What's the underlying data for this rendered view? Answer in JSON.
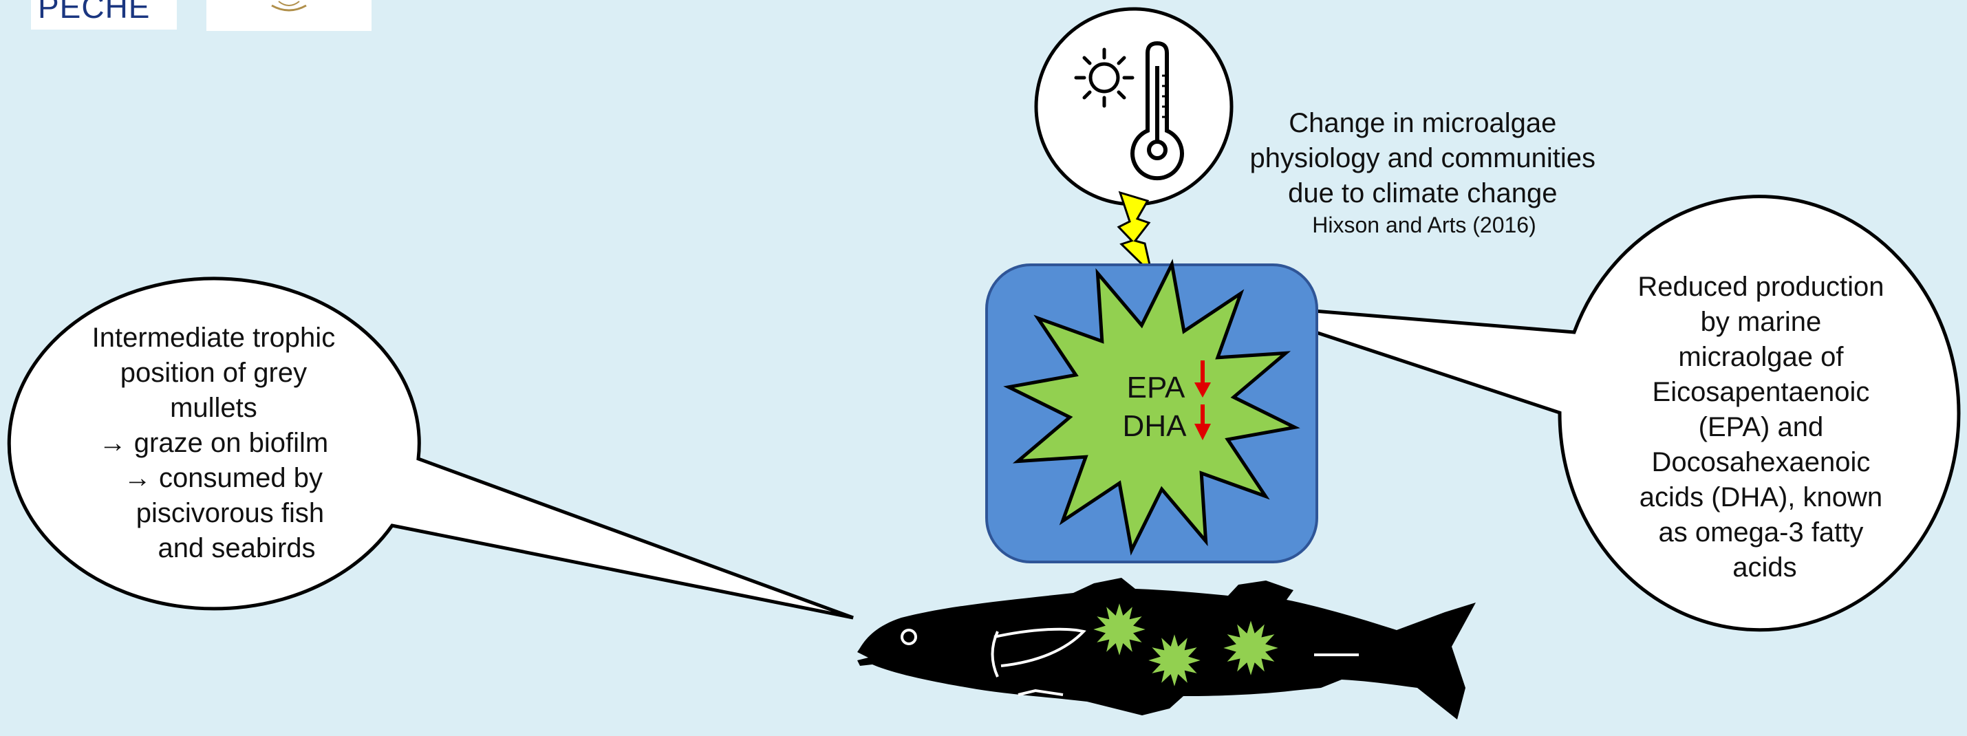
{
  "logos": {
    "left_text": "PECHE"
  },
  "climate_icon": {
    "name": "thermometer-sun-icon"
  },
  "climate_note": {
    "line1": "Change in microalgae",
    "line2": "physiology and communities",
    "line3": "due to climate change",
    "citation": "Hixson and Arts (2016)"
  },
  "fatty_acids": {
    "epa": "EPA",
    "dha": "DHA",
    "trend": "decrease"
  },
  "left_bubble": {
    "line1": "Intermediate trophic",
    "line2": "position of grey",
    "line3": "mullets",
    "line4": "→ graze on biofilm",
    "line5": "→ consumed by",
    "line6": "piscivorous fish",
    "line7": "and seabirds"
  },
  "right_bubble": {
    "line1": "Reduced production",
    "line2": "by marine",
    "line3": "micraolgae of",
    "line4": "Eicosapentaenoic",
    "line5": "(EPA) and",
    "line6": "Docosahexaenoic",
    "line7": "acids (DHA), known",
    "line8": "as omega-3 fatty",
    "line9": "acids"
  },
  "colors": {
    "background": "#dbeef5",
    "box": "#558ed5",
    "star": "#92d050",
    "arrow": "#e00000",
    "lightning": "#ffff00"
  }
}
